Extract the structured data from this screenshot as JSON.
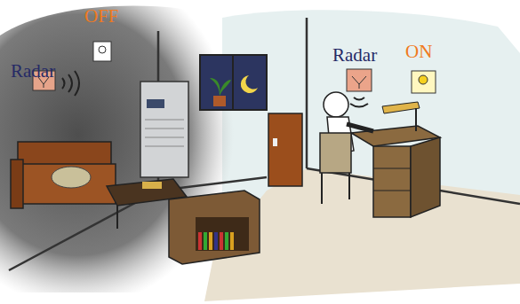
{
  "diagram": {
    "labels": [
      "Radar",
      "OFF",
      "Radar",
      "ON"
    ]
  }
}
